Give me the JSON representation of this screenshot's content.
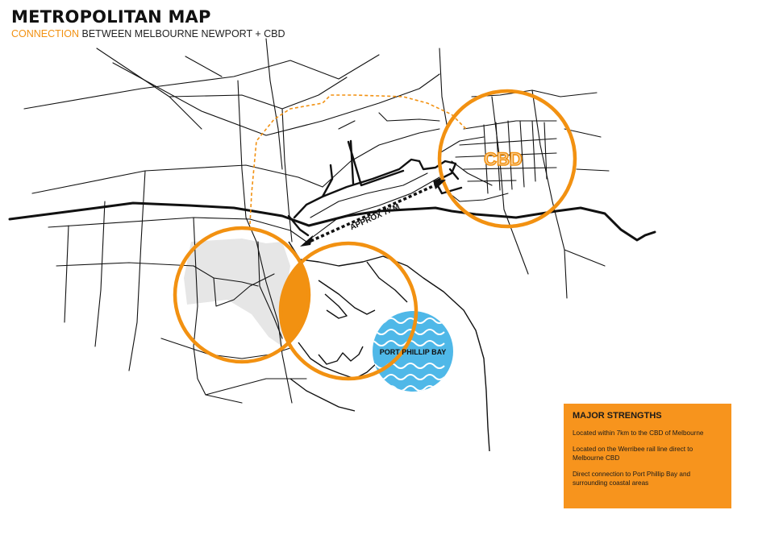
{
  "header": {
    "title": "METROPOLITAN MAP",
    "subtitle_accent": "CONNECTION",
    "subtitle_rest": " BETWEEN MELBOURNE NEWPORT + CBD"
  },
  "map": {
    "cbd_label": "CBD",
    "distance_label": "APPROX 7KM",
    "bay_label": "PORT PHILLIP BAY",
    "colors": {
      "accent": "#f29111",
      "water": "#4fb8e8",
      "land_highlight": "#e6e6e6",
      "roads": "#111111"
    }
  },
  "strengths": {
    "heading": "MAJOR STRENGTHS",
    "items": [
      "Located within 7km to the CBD of Melbourne",
      "Located on the Werribee rail line direct to Melbourne CBD",
      "Direct connection to Port Phillip Bay and surrounding coastal areas"
    ],
    "color": "#f7941d"
  }
}
